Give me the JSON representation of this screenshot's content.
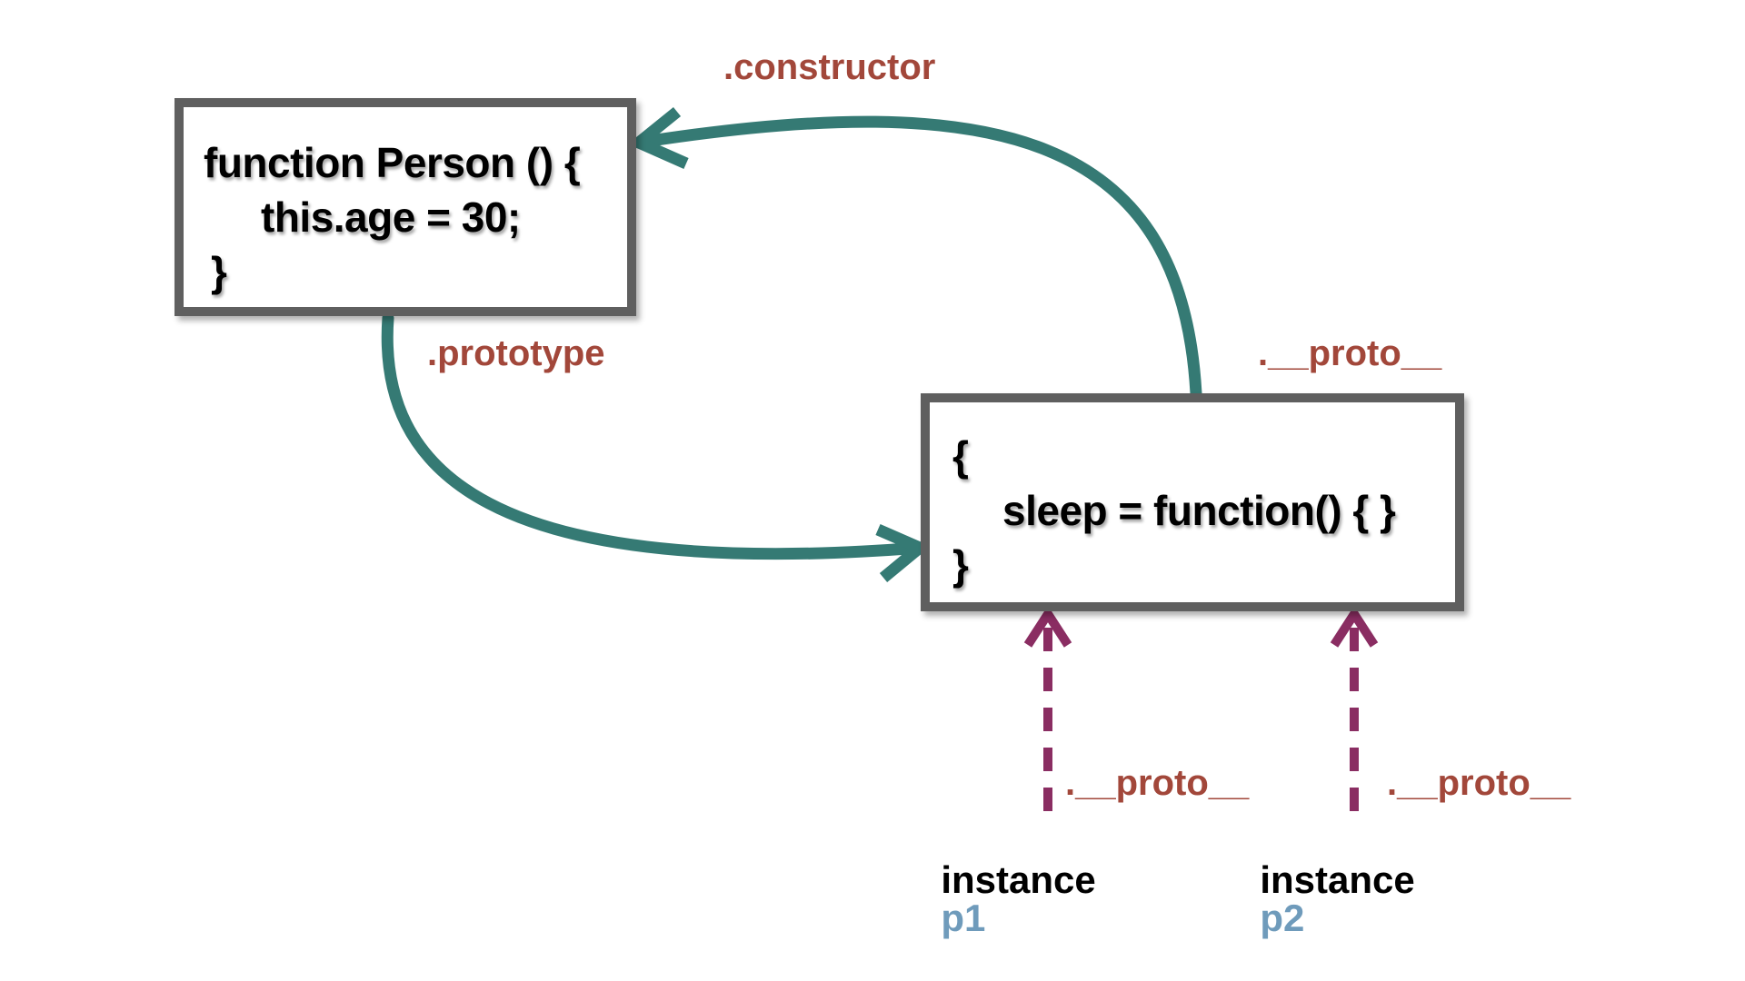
{
  "colors": {
    "box_border": "#5f5f5f",
    "link_arrow": "#357a74",
    "proto_arrow": "#8a2d62",
    "edge_label": "#a2473a",
    "instance_name": "#6f9bbb",
    "text": "#000000"
  },
  "constructor_box": {
    "lines": [
      "function Person () {",
      "this.age = 30;",
      "}"
    ]
  },
  "prototype_box": {
    "lines": [
      "{",
      "sleep = function() { }",
      "}"
    ]
  },
  "labels": {
    "constructor": ".constructor",
    "prototype": ".prototype",
    "proto_top": ".__proto__",
    "proto_p1": ".__proto__",
    "proto_p2": ".__proto__"
  },
  "instances": [
    {
      "word": "instance",
      "name": "p1"
    },
    {
      "word": "instance",
      "name": "p2"
    }
  ]
}
